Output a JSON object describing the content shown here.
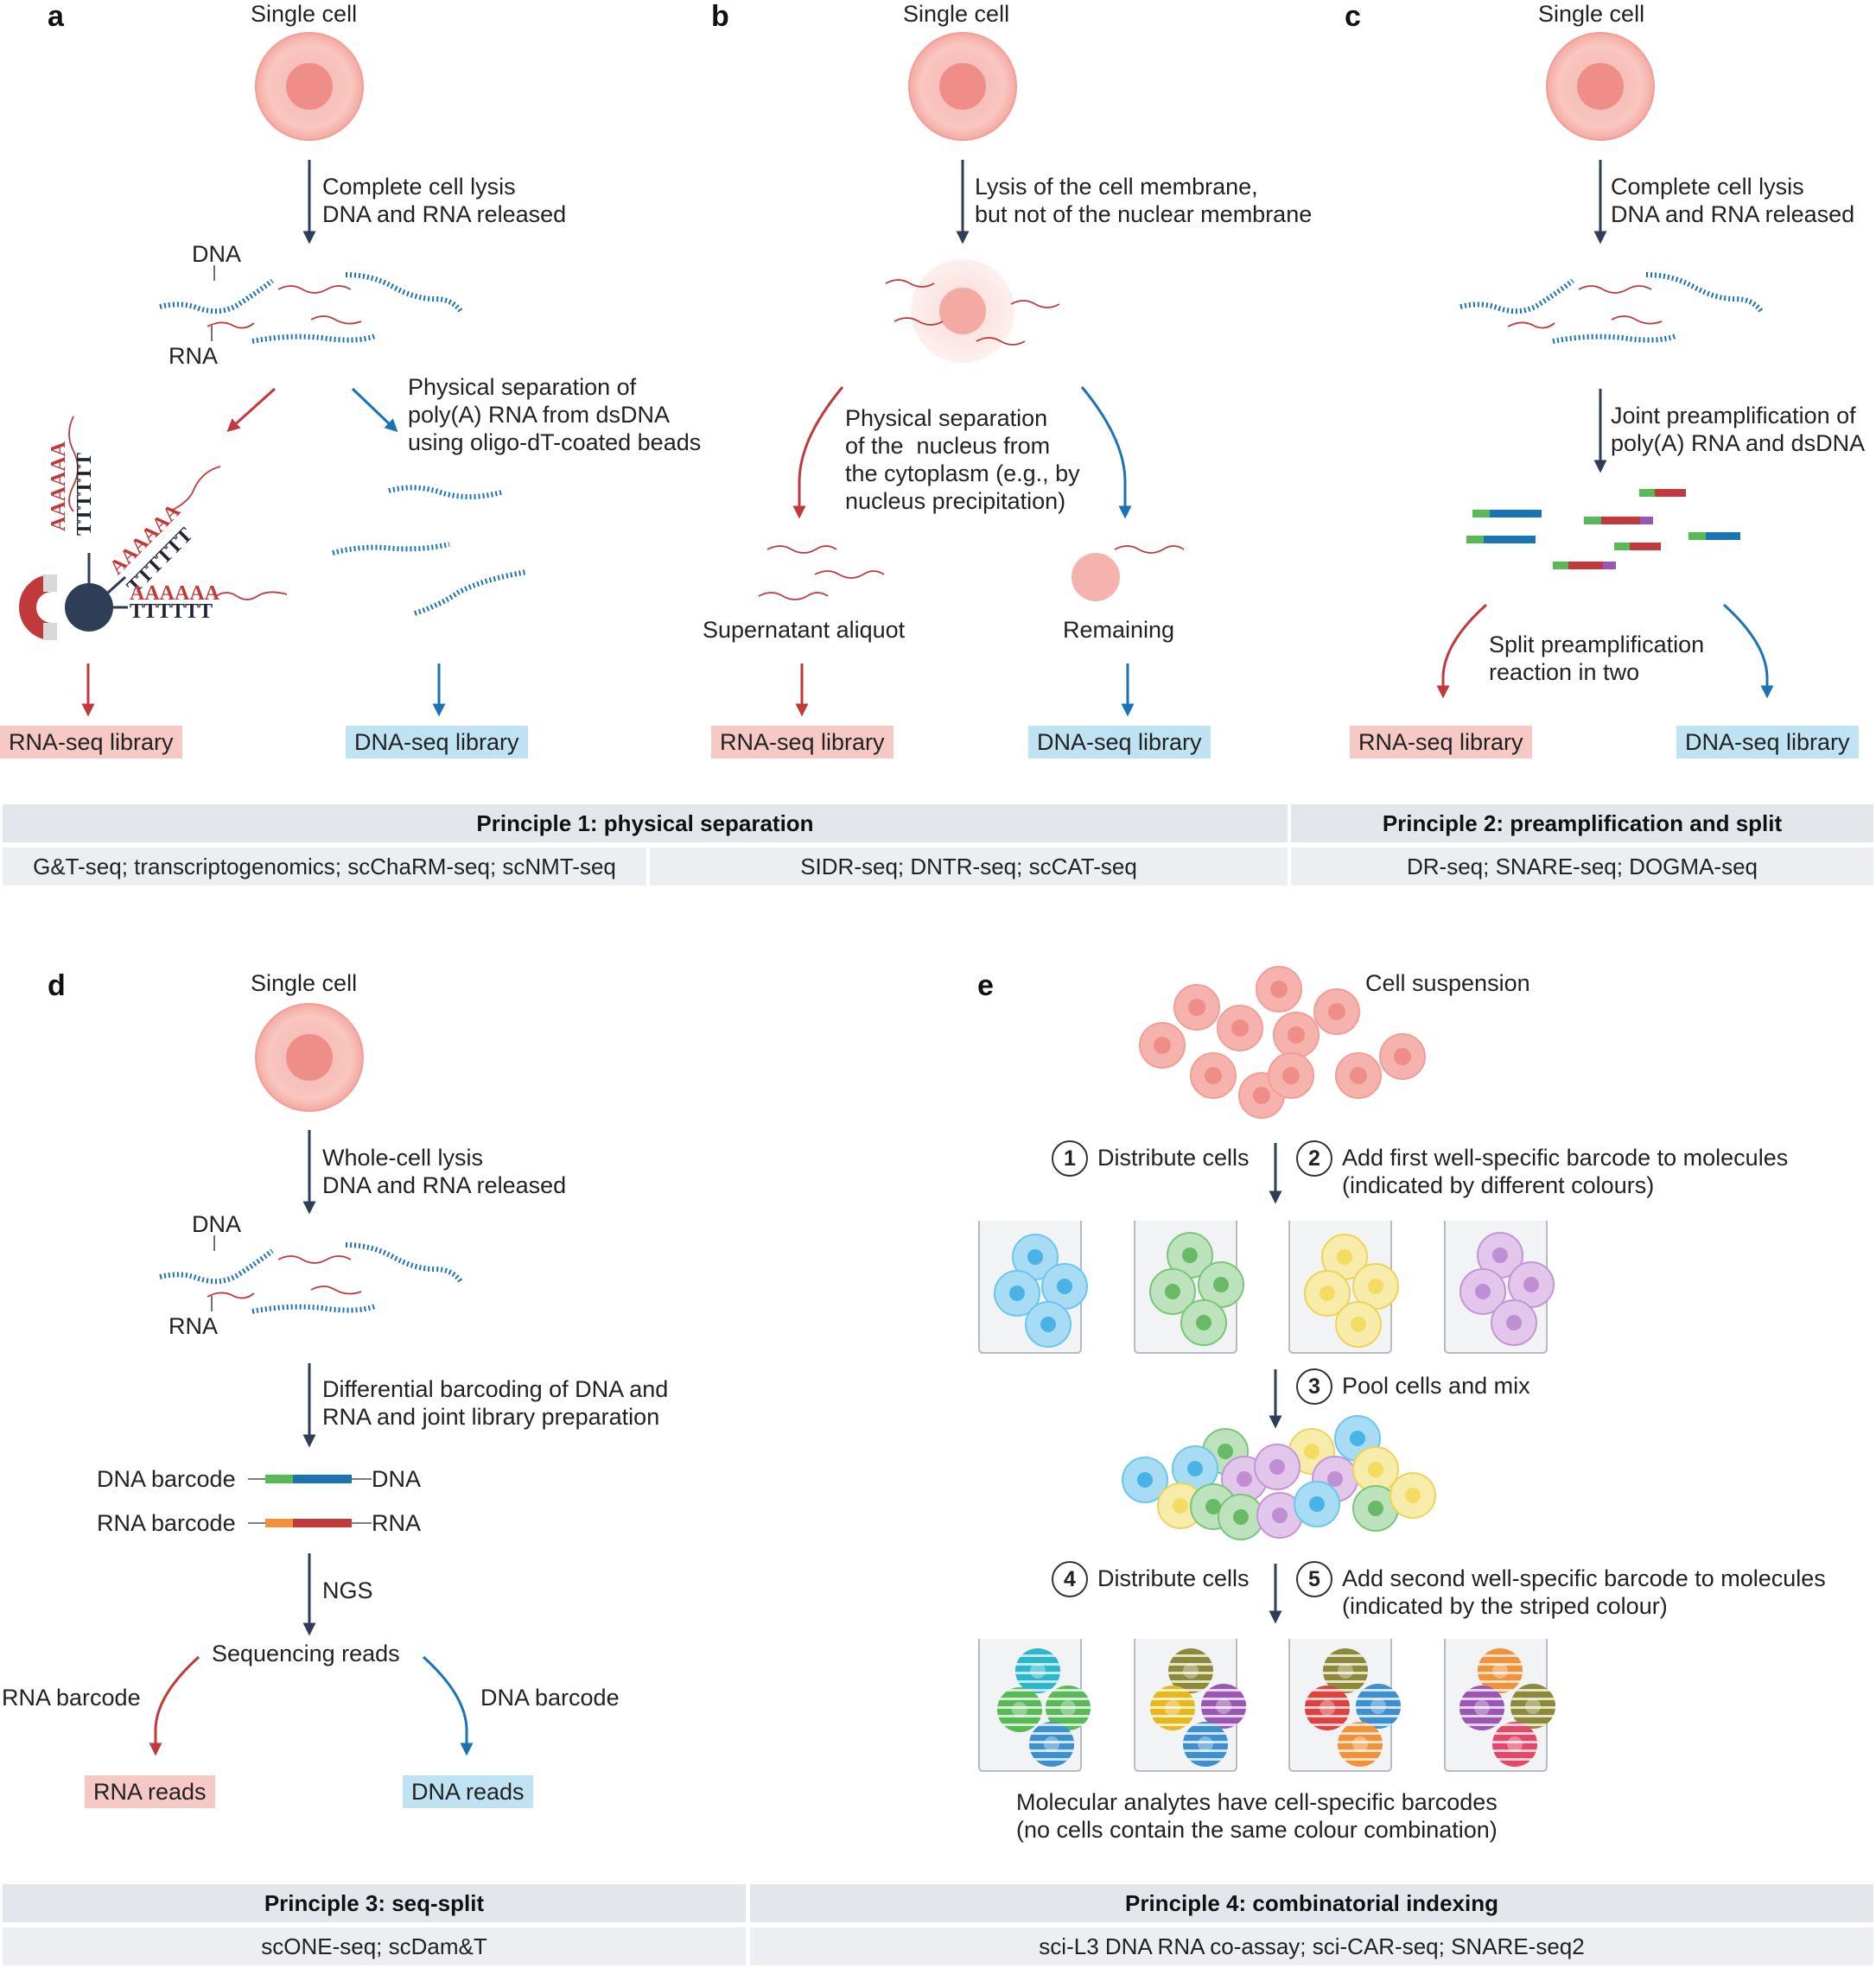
{
  "panels": {
    "a": {
      "label": "a",
      "title": "Single cell",
      "step1": "Complete cell lysis\nDNA and RNA released",
      "dna_label": "DNA",
      "rna_label": "RNA",
      "separation": "Physical separation of\npoly(A) RNA from dsDNA\nusing oligo-dT-coated beads",
      "polyA": "AAAAAA",
      "polyT": "TTTTTT",
      "rna_library": "RNA-seq library",
      "dna_library": "DNA-seq library"
    },
    "b": {
      "label": "b",
      "title": "Single cell",
      "step1": "Lysis of the cell membrane,\nbut not of the nuclear membrane",
      "separation": "Physical separation\nof the  nucleus from\nthe cytoplasm (e.g., by\nnucleus precipitation)",
      "supernatant": "Supernatant aliquot",
      "remaining": "Remaining",
      "rna_library": "RNA-seq library",
      "dna_library": "DNA-seq library"
    },
    "c": {
      "label": "c",
      "title": "Single cell",
      "step1": "Complete cell lysis\nDNA and RNA released",
      "step2": "Joint preamplification of\npoly(A) RNA and dsDNA",
      "split": "Split preamplification\nreaction in two",
      "rna_library": "RNA-seq library",
      "dna_library": "DNA-seq library"
    },
    "d": {
      "label": "d",
      "title": "Single cell",
      "step1": "Whole-cell lysis\nDNA and RNA released",
      "dna_label": "DNA",
      "rna_label": "RNA",
      "step2": "Differential barcoding of DNA and\nRNA and joint library preparation",
      "dna_barcode_left": "DNA barcode",
      "dna_barcode_right": "DNA",
      "rna_barcode_left": "RNA barcode",
      "rna_barcode_right": "RNA",
      "ngs": "NGS",
      "reads": "Sequencing reads",
      "rna_branch": "RNA barcode",
      "dna_branch": "DNA barcode",
      "rna_reads": "RNA reads",
      "dna_reads": "DNA reads"
    },
    "e": {
      "label": "e",
      "suspension": "Cell suspension",
      "step1_num": "1",
      "step1": "Distribute cells",
      "step2_num": "2",
      "step2": "Add first well-specific barcode to molecules\n(indicated by different colours)",
      "step3_num": "3",
      "step3": "Pool cells and mix",
      "step4_num": "4",
      "step4": "Distribute cells",
      "step5_num": "5",
      "step5": "Add second well-specific barcode to molecules\n(indicated by the striped colour)",
      "result": "Molecular analytes have cell-specific barcodes\n(no cells contain the same colour combination)"
    }
  },
  "table_top": {
    "principle1": "Principle 1: physical separation",
    "principle2": "Principle 2: preamplification and split",
    "methods_a": "G&T-seq; transcriptogenomics; scChaRM-seq; scNMT-seq",
    "methods_b": "SIDR-seq; DNTR-seq; scCAT-seq",
    "methods_c": "DR-seq; SNARE-seq; DOGMA-seq"
  },
  "table_bottom": {
    "principle3": "Principle 3: seq-split",
    "principle4": "Principle 4: combinatorial indexing",
    "methods_d": "scONE-seq; scDam&T",
    "methods_e": "sci-L3 DNA RNA co-assay; sci-CAR-seq; SNARE-seq2"
  },
  "colors": {
    "rna": "#c0393b",
    "dna": "#1a73b5",
    "cell": "#f6b3ad",
    "nucleus": "#ef8e88",
    "arrow": "#2f3e57",
    "green": "#58b956",
    "orange": "#f0923a",
    "purple": "#9a56b3"
  }
}
